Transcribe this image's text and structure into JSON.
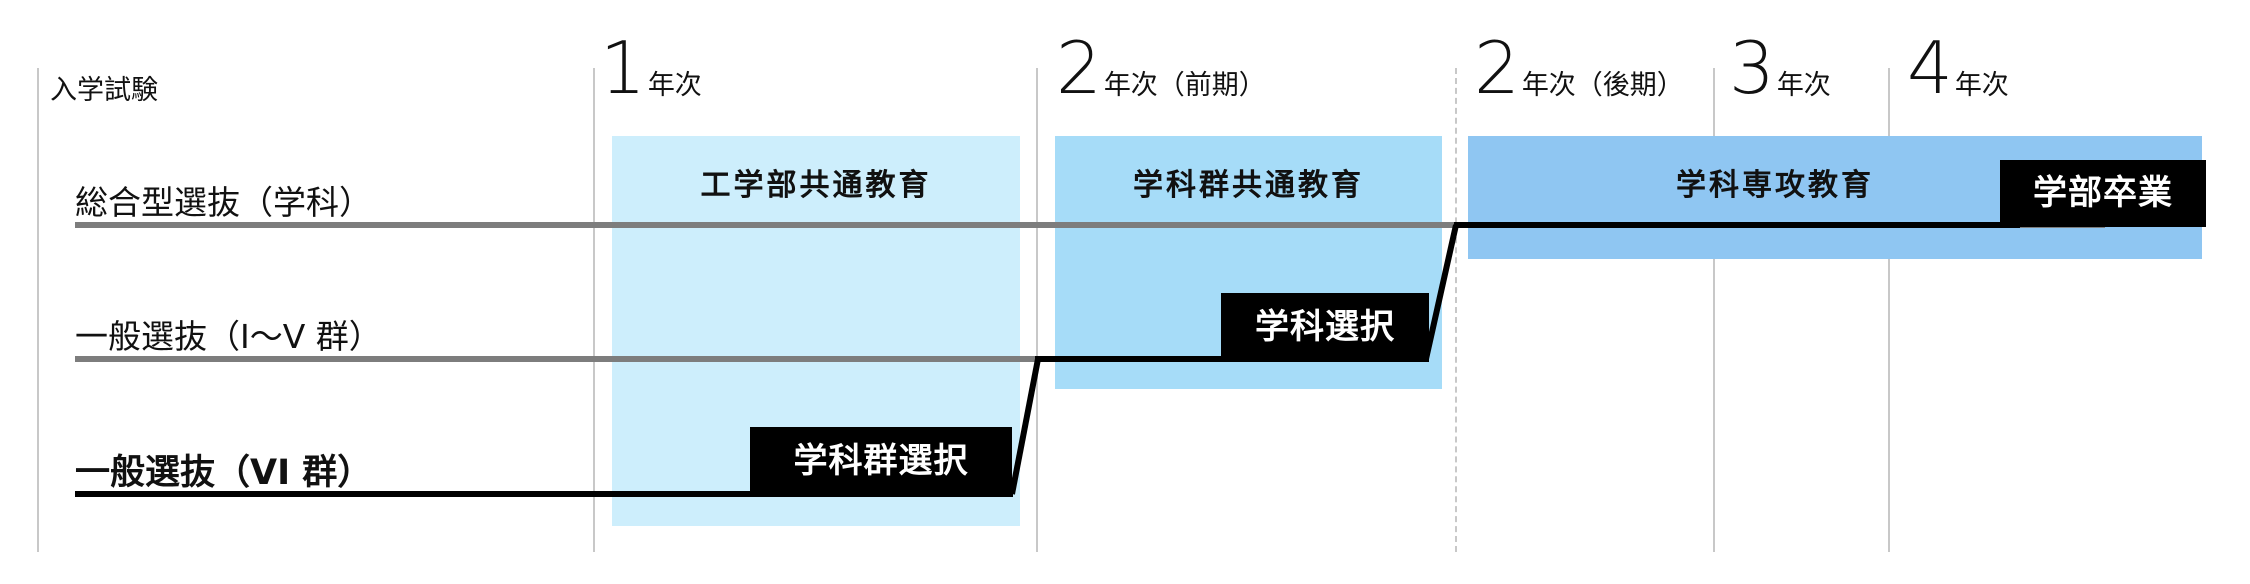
{
  "header": {
    "entrance_exam": "入学試験",
    "years": [
      {
        "num": "1",
        "label": "年次"
      },
      {
        "num": "2",
        "label": "年次（前期）"
      },
      {
        "num": "2",
        "label": "年次（後期）"
      },
      {
        "num": "3",
        "label": "年次"
      },
      {
        "num": "4",
        "label": "年次"
      }
    ]
  },
  "stages": [
    {
      "label": "工学部共通教育",
      "color": "#cdeefc"
    },
    {
      "label": "学科群共通教育",
      "color": "#a6dcf8"
    },
    {
      "label": "学科専攻教育",
      "color": "#8fc6f2"
    }
  ],
  "admissions": [
    {
      "label": "総合型選抜（学科）"
    },
    {
      "label": "一般選抜（I〜V 群）"
    },
    {
      "label": "一般選抜（VI 群）"
    }
  ],
  "milestones": {
    "department_group_selection": "学科群選択",
    "department_selection": "学科選択",
    "graduation": "学部卒業"
  }
}
